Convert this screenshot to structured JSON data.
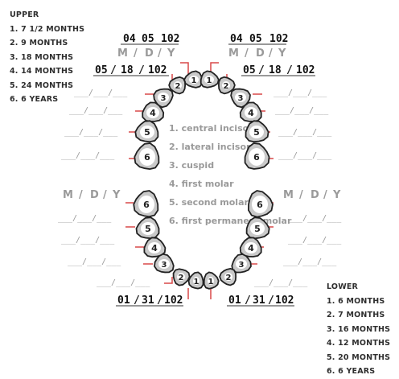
{
  "upper_legend": {
    "title": "UPPER",
    "items": [
      "1. 7 1/2 MONTHS",
      "2. 9 MONTHS",
      "3. 18 MONTHS",
      "4. 14 MONTHS",
      "5. 24 MONTHS",
      "6. 6 YEARS"
    ]
  },
  "lower_legend": {
    "title": "LOWER",
    "items": [
      "1. 6 MONTHS",
      "2. 7 MONTHS",
      "3. 16 MONTHS",
      "4. 12 MONTHS",
      "5. 20 MONTHS",
      "6. 6 YEARS"
    ]
  },
  "tooth_key": [
    "1. central incisor",
    "2. lateral incisor",
    "3. cuspid",
    "4. first molar",
    "5. second molar",
    "6. first permanent molar"
  ],
  "date_header": {
    "m": "M",
    "d": "D",
    "y": "Y",
    "sep": "/"
  },
  "blank_date": "___/___/___",
  "entries": {
    "upper_left_central": {
      "month": "04",
      "day": "05",
      "year": "102"
    },
    "upper_right_central": {
      "month": "04",
      "day": "05",
      "year": "102"
    },
    "upper_left_lateral": {
      "month": "05",
      "day": "18",
      "year": "102"
    },
    "upper_right_lateral": {
      "month": "05",
      "day": "18",
      "year": "102"
    },
    "lower_left_central": {
      "month": "01",
      "day": "31",
      "year": "102"
    },
    "lower_right_central": {
      "month": "01",
      "day": "31",
      "year": "102"
    }
  },
  "tooth_numbers": {
    "upper_left": [
      "1",
      "2",
      "3",
      "4",
      "5",
      "6"
    ],
    "upper_right": [
      "1",
      "2",
      "3",
      "4",
      "5",
      "6"
    ],
    "lower_left": [
      "1",
      "2",
      "3",
      "4",
      "5",
      "6"
    ],
    "lower_right": [
      "1",
      "2",
      "3",
      "4",
      "5",
      "6"
    ]
  },
  "colors": {
    "ink": "#222222",
    "accent_red": "#d94848",
    "gray": "#9a9a9a",
    "tooth_fill": "#c9c9c9"
  }
}
